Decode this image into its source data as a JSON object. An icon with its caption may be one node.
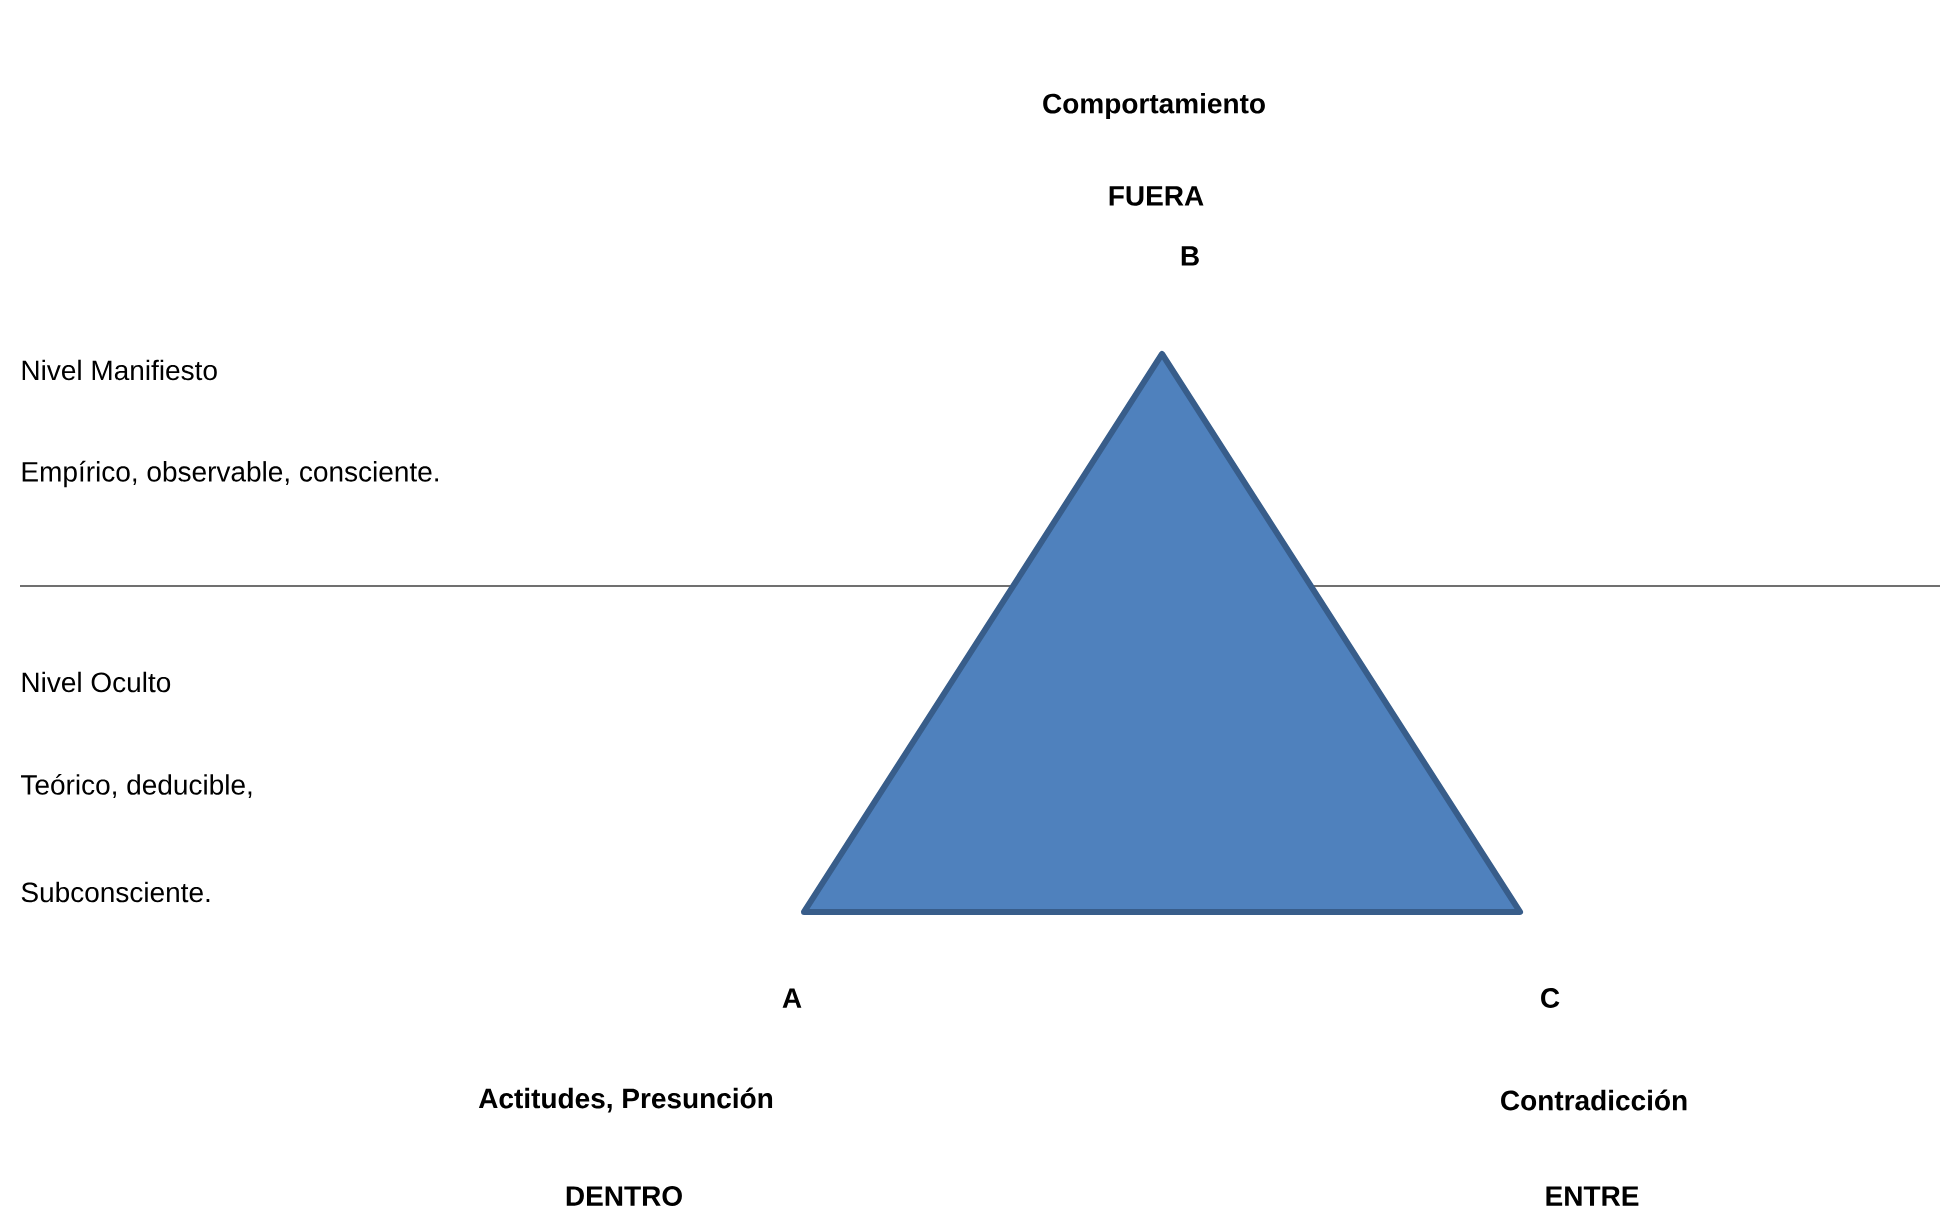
{
  "diagram": {
    "nodes": [
      {
        "text": [],
        "shape": "triangle"
      }
    ],
    "labels": [
      "Comportamiento",
      "FUERA",
      "B",
      "Nivel Manifiesto",
      "Empírico, observable, consciente.",
      "Nivel Oculto",
      "Teórico, deducible,",
      "Subconsciente.",
      "A",
      "C",
      "Actitudes, Presunción",
      "Contradicción",
      "DENTRO",
      "ENTRE"
    ]
  }
}
